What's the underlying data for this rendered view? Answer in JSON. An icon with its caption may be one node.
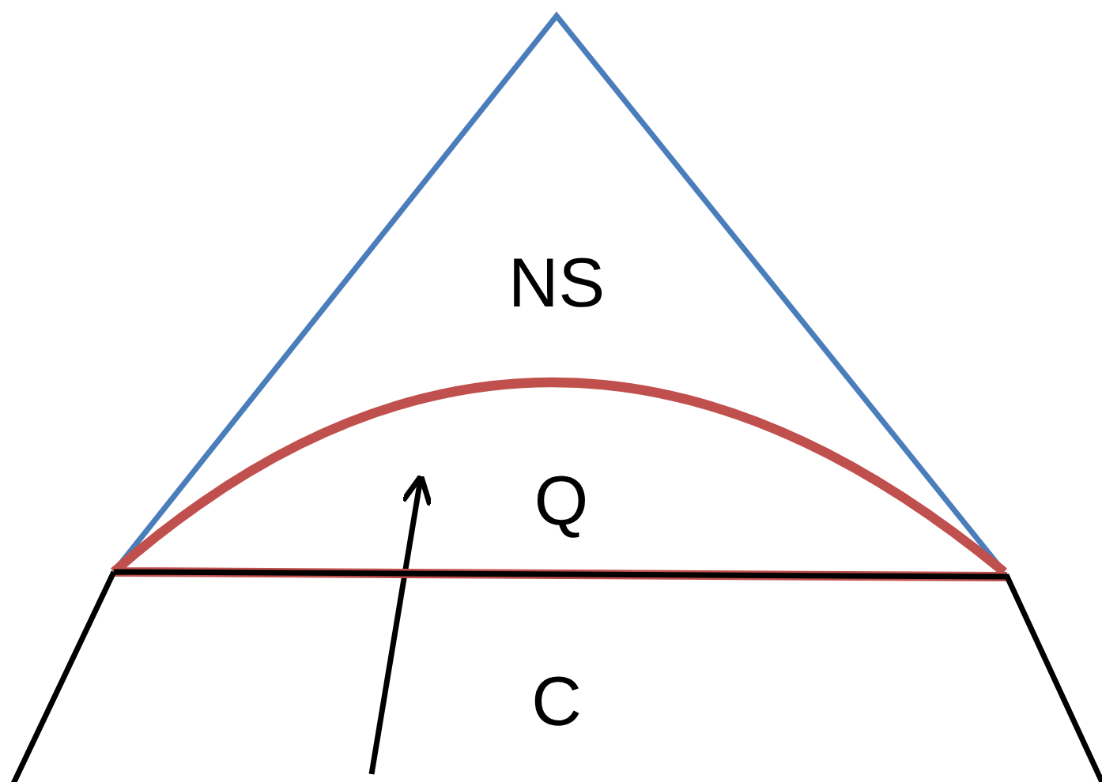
{
  "diagram": {
    "nodes": [
      {
        "text": [
          "NS"
        ]
      },
      {
        "text": [
          "Q"
        ],
        "in": 0
      },
      {
        "text": [
          "C"
        ]
      }
    ],
    "edges": [
      {
        "from": 2,
        "to": 1,
        "arrow": "to"
      }
    ]
  }
}
